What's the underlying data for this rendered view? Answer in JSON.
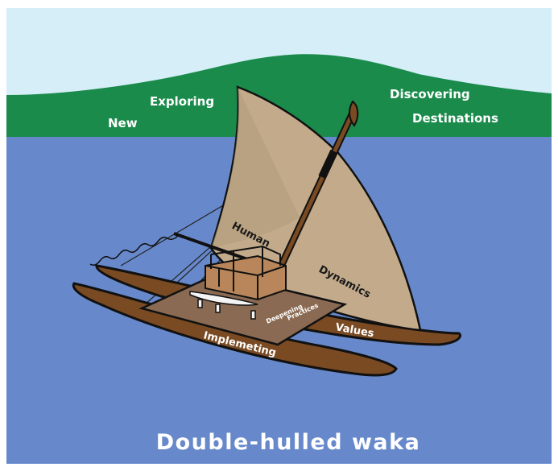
{
  "landscape_labels": {
    "new": "New",
    "exploring": "Exploring",
    "discovering": "Discovering",
    "destinations": "Destinations"
  },
  "boat_labels": {
    "human": "Human",
    "dynamics": "Dynamics",
    "deepening": "Deepening",
    "practices": "Practices",
    "values": "Values",
    "implementing": "Implemeting"
  },
  "title": "Double-hulled waka",
  "colors": {
    "sky": "#d5eef8",
    "land": "#1a8b4b",
    "sea": "#6789cb",
    "sail": "#c2aa8b",
    "hull": "#7a4a23",
    "deck": "#8a6a52",
    "outline": "#111111"
  }
}
